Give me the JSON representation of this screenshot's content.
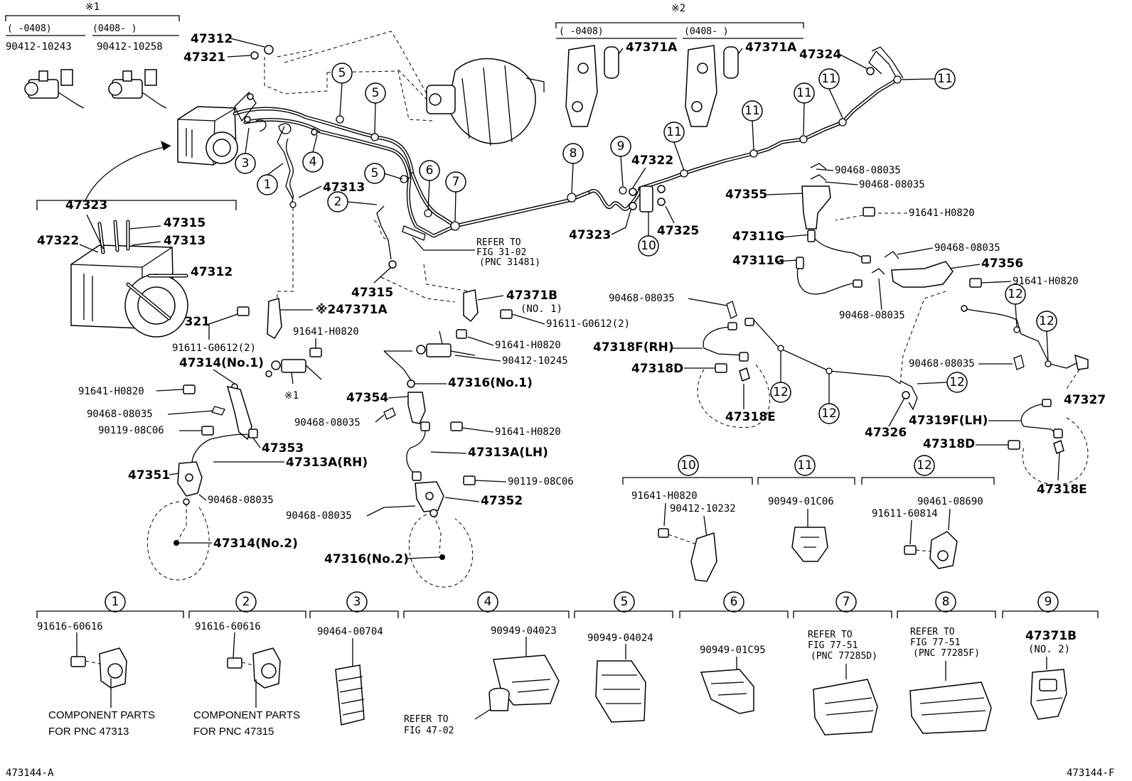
{
  "labels": {
    "note1_mark": "※1",
    "note1_range_a": "(    -0408)",
    "note1_range_b": "(0408-     )",
    "note1_part_a": "90412-10243",
    "note1_part_b": "90412-10258",
    "note2_mark": "※2",
    "note2_range_a": "(    -0408)",
    "note2_range_b": "(0408-     )",
    "p47371A_a": "47371A",
    "p47371A_b": "47371A",
    "p47312_top": "47312",
    "p47321_top": "47321",
    "p47324": "47324",
    "p47323_box": "47323",
    "p47315_box": "47315",
    "p47322_box": "47322",
    "p47313_box": "47313",
    "p47312_box": "47312",
    "p47321_box": "47321",
    "p47313_mid": "47313",
    "p47322_mid": "47322",
    "p47323_mid": "47323",
    "p47325": "47325",
    "refer_31_1": "REFER TO",
    "refer_31_2": "FIG 31-02",
    "refer_31_3": "(PNC 31481)",
    "p90468_a": "90468-08035",
    "p90468_b": "90468-08035",
    "p47355": "47355",
    "p91641_a": "91641-H0820",
    "p47311G_a": "47311G",
    "p47311G_b": "47311G",
    "p90468_c": "90468-08035",
    "p47356": "47356",
    "p91641_b": "91641-H0820",
    "p90468_d": "90468-08035",
    "p90468_e": "90468-08035",
    "p47315_mid": "47315",
    "p47371B": "47371B",
    "p47371B_no": "(NO. 1)",
    "p47371A_mid": "※247371A",
    "p91611_g_a": "91611-G0612(2)",
    "p91641_c": "91641-H0820",
    "p91641_d": "91641-H0820",
    "p91611_g_b": "91611-G0612(2)",
    "p90412_10245": "90412-10245",
    "p47314_no1": "47314(No.1)",
    "note1_mark_b": "※1",
    "p47316_no1": "47316(No.1)",
    "p91641_e": "91641-H0820",
    "p90468_f": "90468-08035",
    "p90119_a": "90119-08C06",
    "p47353": "47353",
    "p47354": "47354",
    "p90468_g": "90468-08035",
    "p91641_f": "91641-H0820",
    "p47313A_LH": "47313A(LH)",
    "p47351": "47351",
    "p47313A_RH": "47313A(RH)",
    "p90119_b": "90119-08C06",
    "p90468_h": "90468-08035",
    "p47352": "47352",
    "p90468_i": "90468-08035",
    "p47314_no2": "47314(No.2)",
    "p47316_no2": "47316(No.2)",
    "p90468_j": "90468-08035",
    "p47318F_RH": "47318F(RH)",
    "p47318D_a": "47318D",
    "p47318E_a": "47318E",
    "p47326": "47326",
    "p47327": "47327",
    "p47319F_LH": "47319F(LH)",
    "p47318D_b": "47318D",
    "p47318E_b": "47318E",
    "g10_part_a": "91641-H0820",
    "g10_part_b": "90412-10232",
    "g11_part": "90949-01C06",
    "g12_part_a": "90461-08690",
    "g12_part_b": "91611-60814",
    "b1_part": "91616-60616",
    "b1_note_1": "COMPONENT PARTS",
    "b1_note_2": "FOR PNC 47313",
    "b2_part": "91616-60616",
    "b2_note_1": "COMPONENT PARTS",
    "b2_note_2": "FOR PNC 47315",
    "b3_part": "90464-00704",
    "b4_part": "90949-04023",
    "b4_ref_1": "REFER TO",
    "b4_ref_2": "FIG 47-02",
    "b5_part": "90949-04024",
    "b6_part": "90949-01C95",
    "b7_ref_1": "REFER TO",
    "b7_ref_2": "FIG 77-51",
    "b7_ref_3": "(PNC 77285D)",
    "b8_ref_1": "REFER TO",
    "b8_ref_2": "FIG 77-51",
    "b8_ref_3": "(PNC 77285F)",
    "b9_part": "47371B",
    "b9_no": "(NO. 2)",
    "code_left": "473144-A",
    "code_right": "473144-F"
  },
  "callouts": {
    "c1": "1",
    "c2": "2",
    "c3": "3",
    "c4": "4",
    "c5": "5",
    "c6": "6",
    "c7": "7",
    "c8": "8",
    "c9": "9",
    "c10": "10",
    "c11": "11",
    "c12": "12"
  }
}
